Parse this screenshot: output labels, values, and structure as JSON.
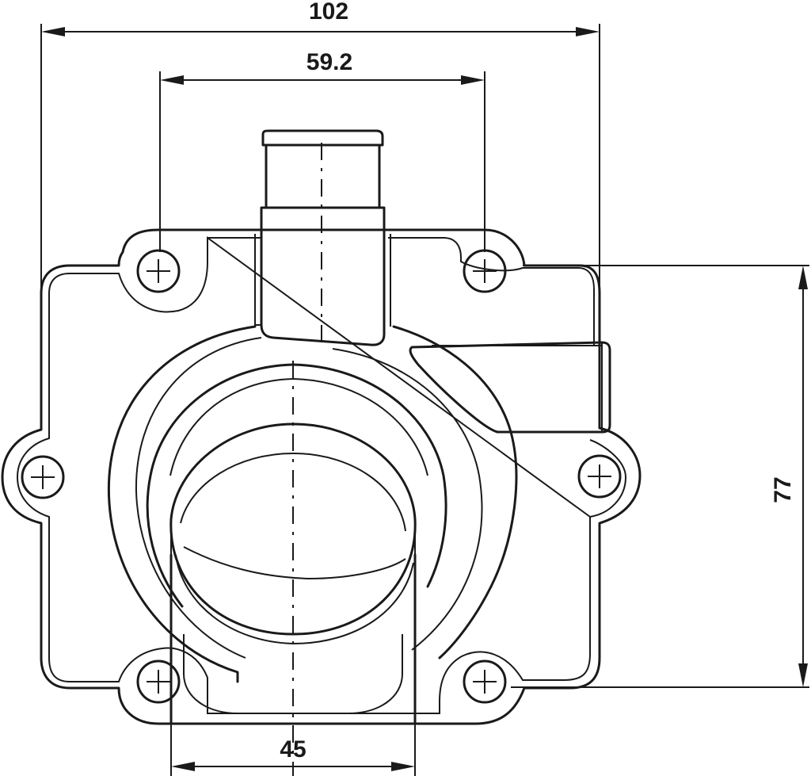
{
  "diagram": {
    "dimensions": {
      "overall_width": "102",
      "bolt_spacing_top": "59.2",
      "bore_diameter": "45",
      "bolt_spacing_vertical": "77"
    },
    "line_color": "#1a1a1a",
    "background": "#ffffff",
    "bolt_holes": 6,
    "symbols": [
      "bolt-hole-crosshair-icon"
    ]
  }
}
